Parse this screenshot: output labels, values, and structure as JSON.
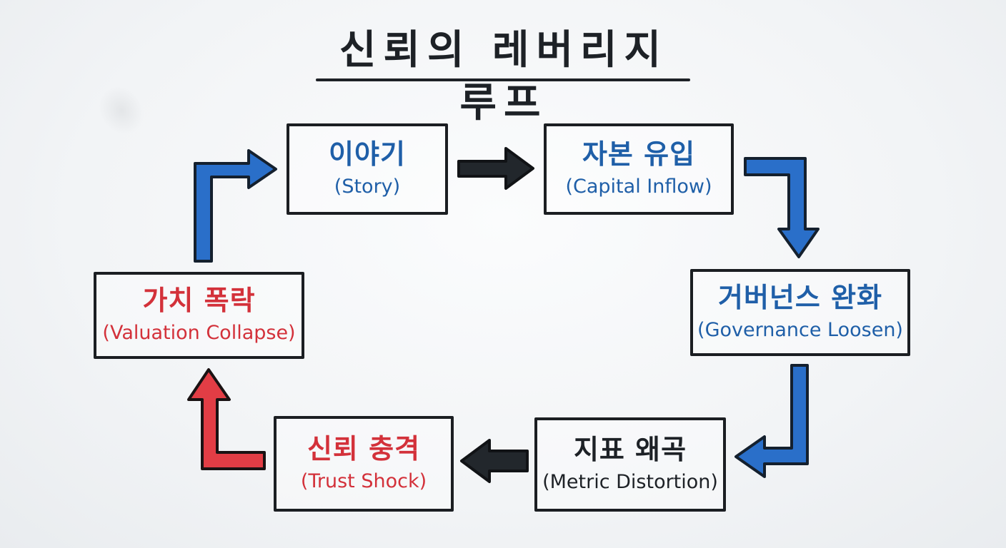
{
  "title": "신뢰의 레버리지 루프",
  "colors": {
    "blue": "#1f5fa8",
    "red": "#d3313a",
    "ink": "#1d2126"
  },
  "nodes": {
    "story": {
      "ko": "이야기",
      "en": "(Story)",
      "color": "blue"
    },
    "capital_inflow": {
      "ko": "자본 유입",
      "en": "(Capital Inflow)",
      "color": "blue"
    },
    "governance_loosen": {
      "ko": "거버넌스 완화",
      "en": "(Governance Loosen)",
      "color": "blue"
    },
    "metric_distortion": {
      "ko": "지표 왜곡",
      "en": "(Metric Distortion)",
      "color": "black"
    },
    "trust_shock": {
      "ko": "신뢰 충격",
      "en": "(Trust Shock)",
      "color": "red"
    },
    "valuation_collapse": {
      "ko": "가치 폭락",
      "en": "(Valuation Collapse)",
      "color": "red"
    }
  },
  "edges": [
    {
      "from": "story",
      "to": "capital_inflow",
      "color": "black",
      "icon": "arrow-right-icon"
    },
    {
      "from": "capital_inflow",
      "to": "governance_loosen",
      "color": "blue",
      "icon": "arrow-bend-down-icon"
    },
    {
      "from": "governance_loosen",
      "to": "metric_distortion",
      "color": "blue",
      "icon": "arrow-bend-left-icon"
    },
    {
      "from": "metric_distortion",
      "to": "trust_shock",
      "color": "black",
      "icon": "arrow-left-icon"
    },
    {
      "from": "trust_shock",
      "to": "valuation_collapse",
      "color": "red",
      "icon": "arrow-bend-up-icon"
    },
    {
      "from": "valuation_collapse",
      "to": "story",
      "color": "blue",
      "icon": "arrow-bend-right-icon"
    }
  ]
}
